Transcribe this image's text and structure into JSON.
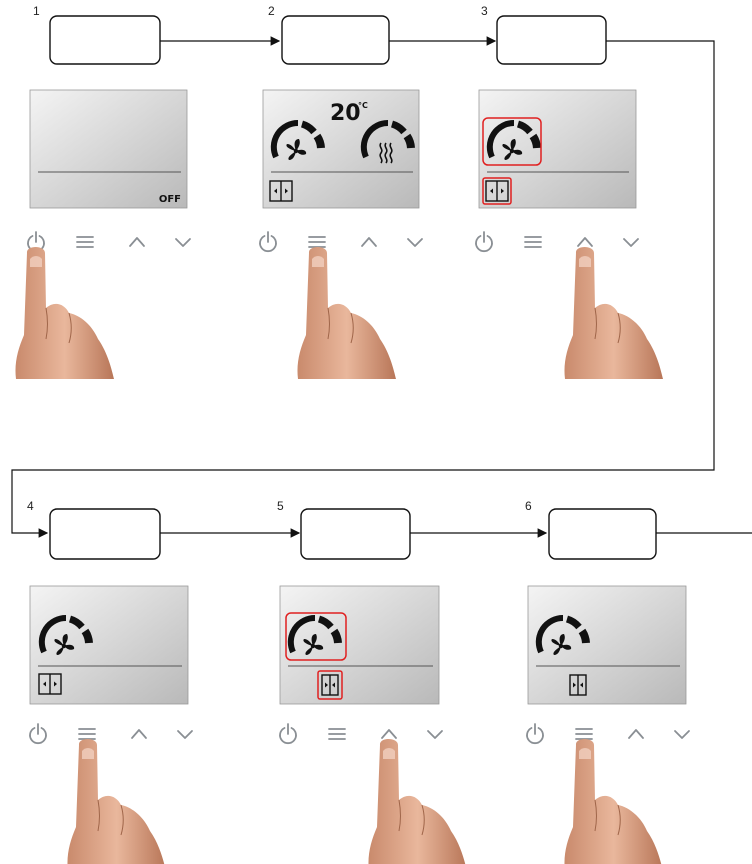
{
  "steps": [
    {
      "number": "1",
      "display": "off",
      "off_text": "OFF",
      "pressed": "power"
    },
    {
      "number": "2",
      "display": "full",
      "temperature": "20",
      "unit": "°C",
      "pressed": "menu"
    },
    {
      "number": "3",
      "display": "fan-selected",
      "pressed": "up"
    },
    {
      "number": "4",
      "display": "fan",
      "pressed": "menu"
    },
    {
      "number": "5",
      "display": "fan-selected-inward",
      "pressed": "up"
    },
    {
      "number": "6",
      "display": "fan-inward",
      "pressed": "menu"
    }
  ],
  "colors": {
    "highlight": "#e02020",
    "lcd_light": "#f2f2f2",
    "lcd_dark": "#bdbdbd",
    "button": "#8a8f94",
    "skin": "#d9a58a"
  },
  "icons": [
    "power-icon",
    "menu-icon",
    "up-arrow-icon",
    "down-arrow-icon",
    "fan-icon",
    "heater-icon",
    "vent-mode-icon",
    "finger-icon"
  ]
}
